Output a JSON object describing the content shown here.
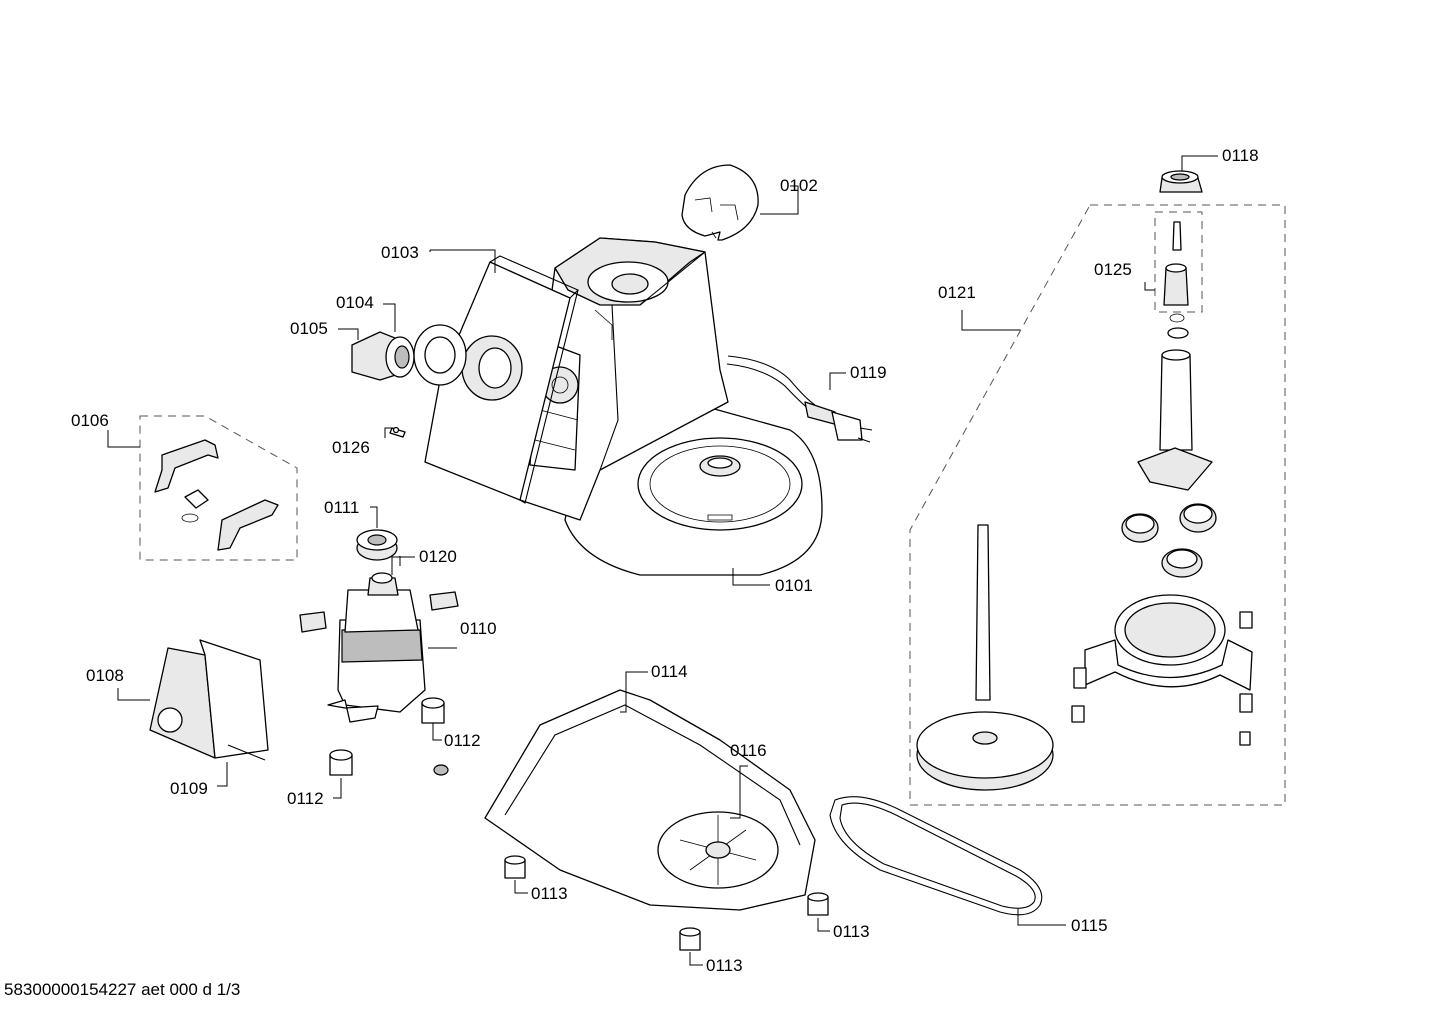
{
  "labels": {
    "p0101": "0101",
    "p0102": "0102",
    "p0103": "0103",
    "p0104": "0104",
    "p0105": "0105",
    "p0106": "0106",
    "p0108": "0108",
    "p0109": "0109",
    "p0110": "0110",
    "p0111": "0111",
    "p0112a": "0112",
    "p0112b": "0112",
    "p0113a": "0113",
    "p0113b": "0113",
    "p0113c": "0113",
    "p0114": "0114",
    "p0115": "0115",
    "p0116": "0116",
    "p0118": "0118",
    "p0119": "0119",
    "p0120": "0120",
    "p0121": "0121",
    "p0125": "0125",
    "p0126": "0126"
  },
  "footer": "58300000154227 aet 000 d 1/3"
}
